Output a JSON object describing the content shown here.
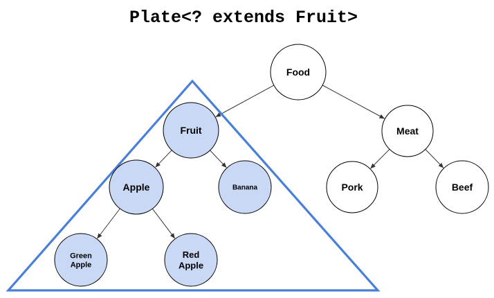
{
  "title": "Plate<? extends Fruit>",
  "colors": {
    "highlight_fill": "#c9d8f5",
    "plain_fill": "#ffffff",
    "triangle_stroke": "#4a7fd6",
    "edge_stroke": "#333333",
    "node_stroke": "#000000"
  },
  "nodes": {
    "food": {
      "lines": [
        "Food"
      ],
      "highlighted": false
    },
    "fruit": {
      "lines": [
        "Fruit"
      ],
      "highlighted": true
    },
    "meat": {
      "lines": [
        "Meat"
      ],
      "highlighted": false
    },
    "apple": {
      "lines": [
        "Apple"
      ],
      "highlighted": true
    },
    "banana": {
      "lines": [
        "Banana"
      ],
      "highlighted": true
    },
    "pork": {
      "lines": [
        "Pork"
      ],
      "highlighted": false
    },
    "beef": {
      "lines": [
        "Beef"
      ],
      "highlighted": false
    },
    "green_apple": {
      "lines": [
        "Green",
        "Apple"
      ],
      "highlighted": true
    },
    "red_apple": {
      "lines": [
        "Red",
        "Apple"
      ],
      "highlighted": true
    }
  },
  "edges": [
    [
      "food",
      "fruit"
    ],
    [
      "food",
      "meat"
    ],
    [
      "fruit",
      "apple"
    ],
    [
      "fruit",
      "banana"
    ],
    [
      "meat",
      "pork"
    ],
    [
      "meat",
      "beef"
    ],
    [
      "apple",
      "green_apple"
    ],
    [
      "apple",
      "red_apple"
    ]
  ]
}
